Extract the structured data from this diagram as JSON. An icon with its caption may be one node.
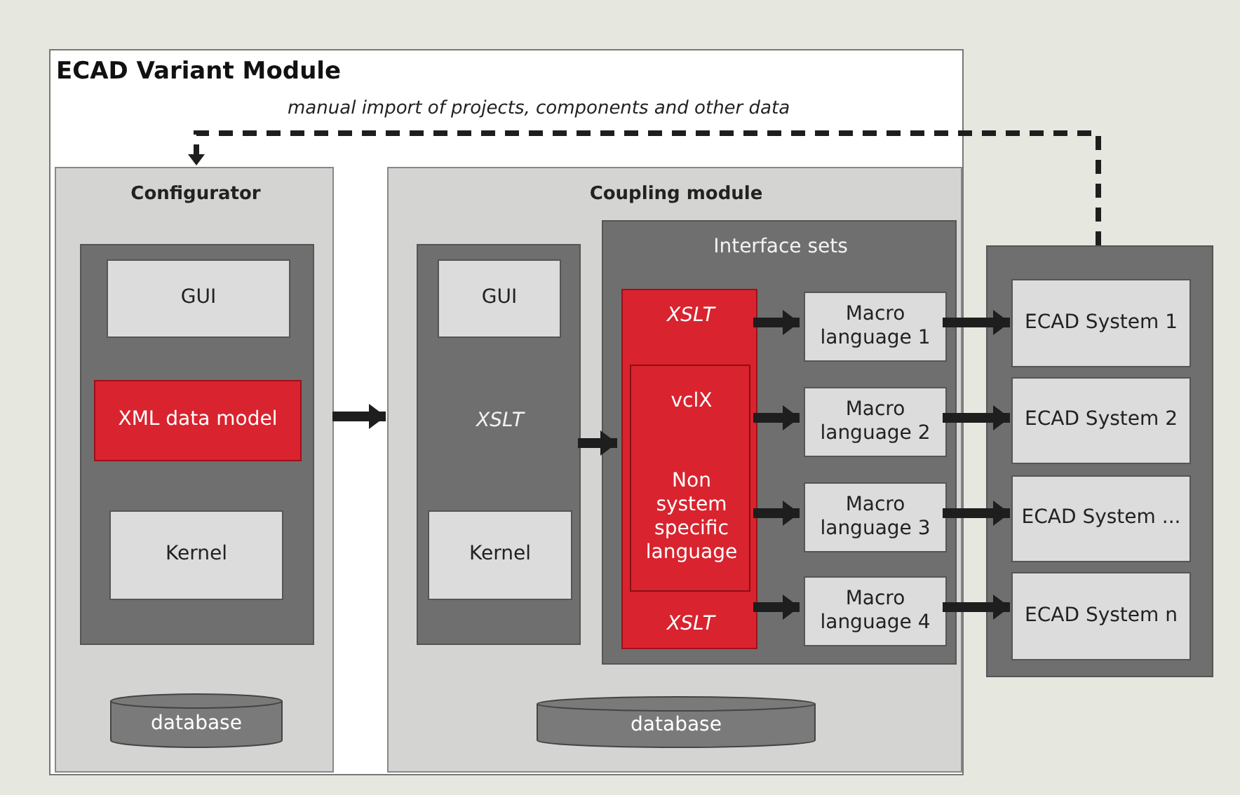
{
  "diagram": {
    "nodes": [
      {
        "text": [
          "ECAD Variant Module"
        ]
      },
      {
        "text": [
          "Configurator"
        ],
        "in": 0
      },
      {
        "text": [],
        "shape": "box",
        "in": 1
      },
      {
        "text": [
          "GUI"
        ],
        "in": 2
      },
      {
        "text": [
          "XML data model"
        ],
        "in": 2
      },
      {
        "text": [
          "Kernel"
        ],
        "in": 2
      },
      {
        "text": [
          "database"
        ],
        "in": 1
      },
      {
        "text": [
          "Coupling module"
        ],
        "in": 0
      },
      {
        "text": [
          "XSLT"
        ],
        "in": 7
      },
      {
        "text": [
          "GUI"
        ],
        "in": 8
      },
      {
        "text": [
          "Kernel"
        ],
        "in": 8
      },
      {
        "text": [
          "Interface sets"
        ],
        "in": 7
      },
      {
        "text": [
          "XSLT",
          "XSLT"
        ],
        "in": 11
      },
      {
        "text": [
          "vclX",
          "Non system specific language"
        ],
        "in": 12
      },
      {
        "text": [
          "Macro language 1"
        ],
        "in": 11
      },
      {
        "text": [
          "Macro language 2"
        ],
        "in": 11
      },
      {
        "text": [
          "Macro language 3"
        ],
        "in": 11
      },
      {
        "text": [
          "Macro language 4"
        ],
        "in": 11
      },
      {
        "text": [
          "database"
        ],
        "in": 7
      },
      {
        "text": [],
        "shape": "box"
      },
      {
        "text": [
          "ECAD System 1"
        ],
        "in": 19
      },
      {
        "text": [
          "ECAD System 2"
        ],
        "in": 19
      },
      {
        "text": [
          "ECAD System ..."
        ],
        "in": 19
      },
      {
        "text": [
          "ECAD System n"
        ],
        "in": 19
      }
    ],
    "edges": [
      {
        "from": 19,
        "to": 1,
        "arrow": "to",
        "style": "dashed",
        "label": "manual import of projects, components and other data"
      },
      {
        "from": 1,
        "to": 7,
        "arrow": "to"
      },
      {
        "from": 8,
        "to": 12,
        "arrow": "to"
      },
      {
        "from": 12,
        "to": 14,
        "arrow": "to"
      },
      {
        "from": 12,
        "to": 15,
        "arrow": "to"
      },
      {
        "from": 12,
        "to": 16,
        "arrow": "to"
      },
      {
        "from": 12,
        "to": 17,
        "arrow": "to"
      },
      {
        "from": 14,
        "to": 20,
        "arrow": "to"
      },
      {
        "from": 15,
        "to": 21,
        "arrow": "to"
      },
      {
        "from": 16,
        "to": 22,
        "arrow": "to"
      },
      {
        "from": 17,
        "to": 23,
        "arrow": "to"
      }
    ]
  }
}
